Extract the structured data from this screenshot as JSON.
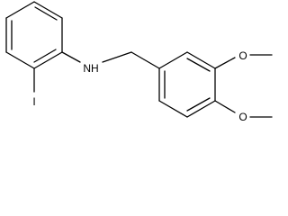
{
  "molecule": {
    "atom_labels": {
      "amine": "NH",
      "iodine": "I",
      "methoxy_oxygen_top": "O",
      "methoxy_oxygen_bottom": "O"
    }
  },
  "colors": {
    "bond": "#000000",
    "text": "#000000",
    "background": "#ffffff"
  }
}
